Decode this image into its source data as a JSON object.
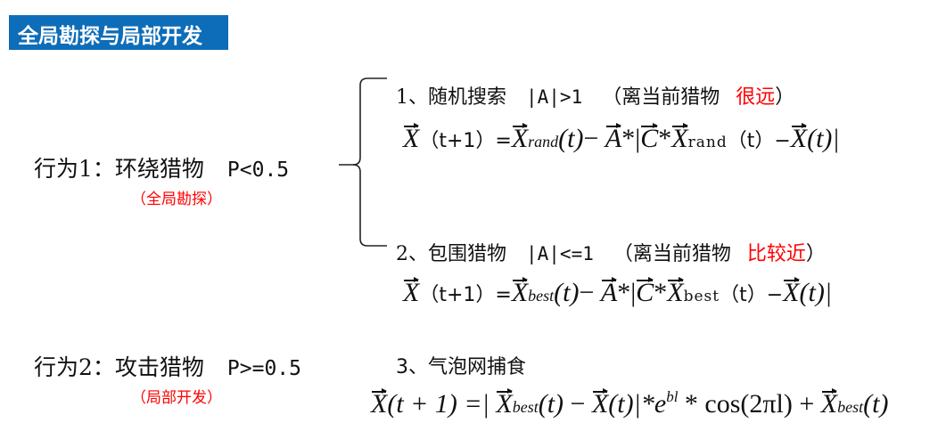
{
  "header": {
    "title": "全局勘探与局部开发",
    "background_color": "#0e6db8",
    "text_color": "#ffffff"
  },
  "behaviors": [
    {
      "label": "行为1：环绕猎物",
      "condition": "P<0.5",
      "subtitle": "（全局勘探）",
      "subtitle_color": "#ff0000"
    },
    {
      "label": "行为2：攻击猎物",
      "condition": "P>=0.5",
      "subtitle": "（局部开发）",
      "subtitle_color": "#ff0000"
    }
  ],
  "items": [
    {
      "title": "1、随机搜索",
      "condition": "|A|>1",
      "note_prefix": "（离当前猎物",
      "note_highlight": "很远",
      "note_suffix": "）",
      "formula": {
        "lhs_arg": "（t+1）",
        "eq": "=",
        "x_sub": "rand",
        "t": "(t)",
        "minus": "−",
        "star_bar": "*|",
        "star": "*",
        "x_sub2": "rand",
        "t2": "（t）",
        "minus2": "−",
        "tail": "(t)|"
      }
    },
    {
      "title": "2、包围猎物",
      "condition": "|A|<=1",
      "note_prefix": "（离当前猎物",
      "note_highlight": "比较近",
      "note_suffix": "）",
      "formula": {
        "lhs_arg": "（t+1）",
        "eq": "=",
        "x_sub": "best",
        "t": "(t)",
        "minus": "−",
        "star_bar": "*|",
        "star": "*",
        "x_sub2": "best",
        "t2": "（t）",
        "minus2": "−",
        "tail": "(t)|"
      }
    },
    {
      "title": "3、气泡网捕食",
      "formula": {
        "lhs_arg": "(t + 1) =|",
        "x_sub": "best",
        "t": "(t)",
        "minus": " − ",
        "t2": "(t)|*e",
        "sup": "bl",
        "mid": " * cos(2πl) + ",
        "x_sub2": "best",
        "tail": "(t)"
      }
    }
  ],
  "symbols": {
    "X": "X",
    "A": "A",
    "C": "C"
  }
}
